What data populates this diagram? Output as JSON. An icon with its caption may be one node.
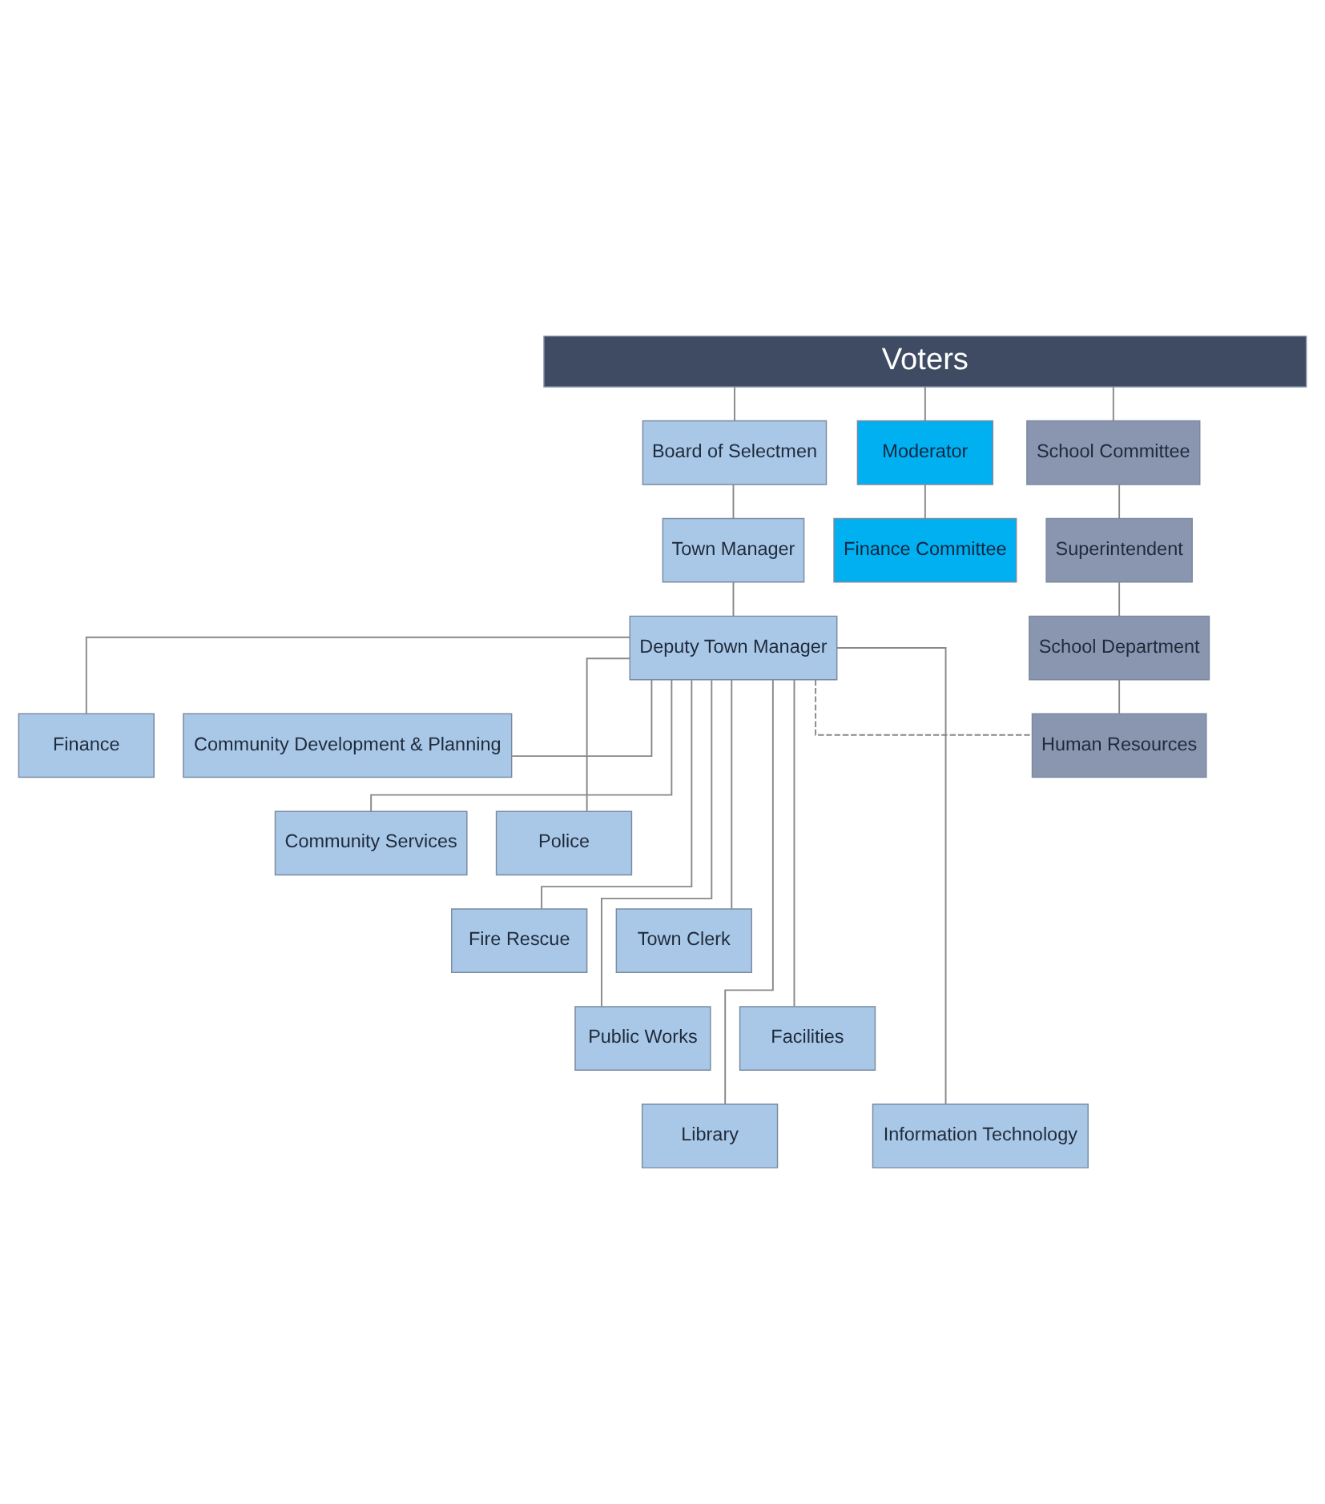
{
  "diagram": {
    "nodes": [
      {
        "text": [
          "Voters"
        ]
      },
      {
        "text": [
          "Board of Selectmen"
        ]
      },
      {
        "text": [
          "Moderator"
        ]
      },
      {
        "text": [
          "School Committee"
        ]
      },
      {
        "text": [
          "Town Manager"
        ]
      },
      {
        "text": [
          "Finance Committee"
        ]
      },
      {
        "text": [
          "Superintendent"
        ]
      },
      {
        "text": [
          "Deputy Town Manager"
        ]
      },
      {
        "text": [
          "School Department"
        ]
      },
      {
        "text": [
          "Finance"
        ]
      },
      {
        "text": [
          "Community Development & Planning"
        ]
      },
      {
        "text": [
          "Human Resources"
        ]
      },
      {
        "text": [
          "Community Services"
        ]
      },
      {
        "text": [
          "Police"
        ]
      },
      {
        "text": [
          "Fire Rescue"
        ]
      },
      {
        "text": [
          "Town Clerk"
        ]
      },
      {
        "text": [
          "Public Works"
        ]
      },
      {
        "text": [
          "Facilities"
        ]
      },
      {
        "text": [
          "Library"
        ]
      },
      {
        "text": [
          "Information Technology"
        ]
      }
    ],
    "edges": [
      {
        "from": 0,
        "to": 1,
        "arrow": "none"
      },
      {
        "from": 0,
        "to": 2,
        "arrow": "none"
      },
      {
        "from": 0,
        "to": 3,
        "arrow": "none"
      },
      {
        "from": 1,
        "to": 4,
        "arrow": "none"
      },
      {
        "from": 2,
        "to": 5,
        "arrow": "none"
      },
      {
        "from": 3,
        "to": 6,
        "arrow": "none"
      },
      {
        "from": 4,
        "to": 7,
        "arrow": "none"
      },
      {
        "from": 6,
        "to": 8,
        "arrow": "none"
      },
      {
        "from": 7,
        "to": 9,
        "arrow": "none"
      },
      {
        "from": 7,
        "to": 10,
        "arrow": "none"
      },
      {
        "from": 7,
        "to": 11,
        "arrow": "none",
        "style": "dashed"
      },
      {
        "from": 8,
        "to": 11,
        "arrow": "none"
      },
      {
        "from": 7,
        "to": 12,
        "arrow": "none"
      },
      {
        "from": 7,
        "to": 13,
        "arrow": "none"
      },
      {
        "from": 7,
        "to": 14,
        "arrow": "none"
      },
      {
        "from": 7,
        "to": 15,
        "arrow": "none"
      },
      {
        "from": 7,
        "to": 16,
        "arrow": "none"
      },
      {
        "from": 7,
        "to": 17,
        "arrow": "none"
      },
      {
        "from": 7,
        "to": 18,
        "arrow": "none"
      },
      {
        "from": 7,
        "to": 19,
        "arrow": "none"
      }
    ]
  }
}
